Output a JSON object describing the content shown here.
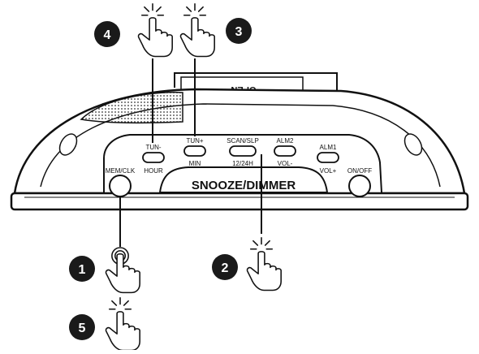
{
  "device": {
    "top_label": "OPEN",
    "snooze_label": "SNOOZE/DIMMER",
    "buttons": [
      {
        "top": "TUN-",
        "bottom": "HOUR"
      },
      {
        "top": "TUN+",
        "bottom": "MIN"
      },
      {
        "top": "SCAN/SLP",
        "bottom": "12/24H"
      },
      {
        "top": "ALM2",
        "bottom": "VOL-"
      },
      {
        "top": "ALM1",
        "bottom": "VOL+"
      },
      {
        "top": "MEM/CLK",
        "bottom": ""
      },
      {
        "top": "ON/OFF",
        "bottom": ""
      }
    ]
  },
  "steps": [
    "1",
    "2",
    "3",
    "4",
    "5"
  ],
  "colors": {
    "ink": "#111111",
    "badge": "#1a1a1a",
    "badge_text": "#ffffff",
    "background": "#ffffff"
  },
  "icons": [
    "hand-pointer-icon",
    "hand-press-hold-icon"
  ]
}
